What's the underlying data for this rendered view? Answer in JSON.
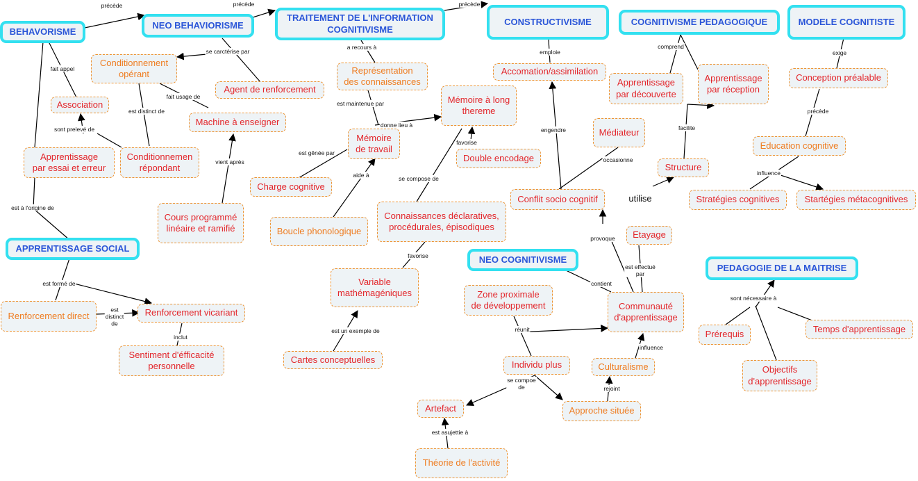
{
  "categories": {
    "behaviorisme": "BEHAVORISME",
    "neo_behaviorisme": "NEO BEHAVIORISME",
    "traitement": "TRAITEMENT DE L'INFORMATION\nCOGNITIVISME",
    "constructivisme": "CONSTRUCTIVISME",
    "cognitivisme_ped": "COGNITIVISME PEDAGOGIQUE",
    "modele_cognitiste": "MODELE COGNITISTE",
    "apprentissage_social": "APPRENTISSAGE SOCIAL",
    "neo_cognitivisme": "NEO COGNITIVISME",
    "pedagogie_maitrise": "PEDAGOGIE DE LA MAITRISE"
  },
  "concepts": {
    "conditionnement_operant": "Conditionnement\nopérant",
    "association": "Association",
    "agent_renforcement": "Agent de renforcement",
    "machine_enseigner": "Machine à enseigner",
    "apprentissage_essai": "Apprentissage\npar essai et erreur",
    "conditionnement_repondant": "Conditionnemen\nrépondant",
    "cours_programme": "Cours programmé\nlinéaire et ramifié",
    "representation": "Représentation\ndes connaissances",
    "memoire_long": "Mémoire à long\nthereme",
    "memoire_travail": "Mémoire\nde travail",
    "double_encodage": "Double encodage",
    "charge_cognitive": "Charge cognitive",
    "boucle_phonologique": "Boucle phonologique",
    "connaissances": "Connaissances déclaratives,\nprocédurales, épisodiques",
    "variable_mathemagenique": "Variable\nmathémagéniques",
    "cartes_conceptuelles": "Cartes conceptuelles",
    "accomodation": "Accomation/assimilation",
    "mediateur": "Médiateur",
    "conflit_socio": "Conflit socio cognitif",
    "etayage": "Etayage",
    "communaute": "Communauté\nd'apprentissage",
    "zone_proximale": "Zone proximale\nde développement",
    "individu_plus": "Individu plus",
    "culturalisme": "Culturalisme",
    "artefact": "Artefact",
    "approche_situee": "Approche située",
    "theorie_activite": "Théorie de l'activité",
    "apprentissage_decouverte": "Apprentissage\npar découverte",
    "apprentissage_reception": "Apprentissage\npar réception",
    "structure": "Structure",
    "conception_prealable": "Conception préalable",
    "education_cognitive": "Education cognitive",
    "strategies_cognitives": "Stratégies cognitives",
    "strategies_metacognitives": "Startégies métacognitives",
    "renforcement_direct": "Renforcement direct",
    "renforcement_vicariant": "Renforcement vicariant",
    "sentiment_efficacite": "Sentiment d'éfficacité\npersonnelle",
    "prerequis": "Prérequis",
    "objectifs": "Objectifs\nd'apprentissage",
    "temps_apprentissage": "Temps d'apprentissage"
  },
  "links": {
    "precede_1": "précède",
    "precede_2": "précède",
    "precede_3": "précède",
    "fait_appel": "fait appel",
    "se_caracterise": "se carctérise par",
    "a_recours": "a recours à",
    "emploie": "emploie",
    "comprend": "comprend",
    "exige": "exige",
    "fait_usage": "fait usage de",
    "est_distinct": "est distinct de",
    "sont_preleve": "sont prelevé de",
    "vient_apres": "vient après",
    "est_maintenue": "est maintenue par",
    "donne_lieu": "donne lieu à",
    "favorise_1": "favorise",
    "est_genee": "est gênée par",
    "aide_a": "aide à",
    "se_compose": "se compose de",
    "favorise_2": "favorise",
    "est_exemple": "est un exemple de",
    "engendre": "engendre",
    "occasionne": "occasionne",
    "utilise": "utilise",
    "facilite": "facilite",
    "precede_4": "précède",
    "influence_1": "influence",
    "est_origine": "est à l'origine de",
    "est_forme": "est formé de",
    "est_distinct_2": "est\ndistinct\nde",
    "inclut": "inclut",
    "provoque": "provoque",
    "est_effectue": "est effectué\npar",
    "contient": "contient",
    "reunit": "réunit",
    "influence_2": "influence",
    "se_compose_2": "se compoe\nde",
    "rejoint": "rejoint",
    "est_assujettie": "est asujettie à",
    "sont_necessaire": "sont nécessaire à"
  },
  "colors": {
    "category_border": "#33e0f0",
    "category_text": "#2b56d8",
    "concept_fill": "#eef3f6",
    "concept_border": "#ee9433",
    "concept_text_red": "#e3262b",
    "concept_text_orange": "#ef7d22"
  }
}
